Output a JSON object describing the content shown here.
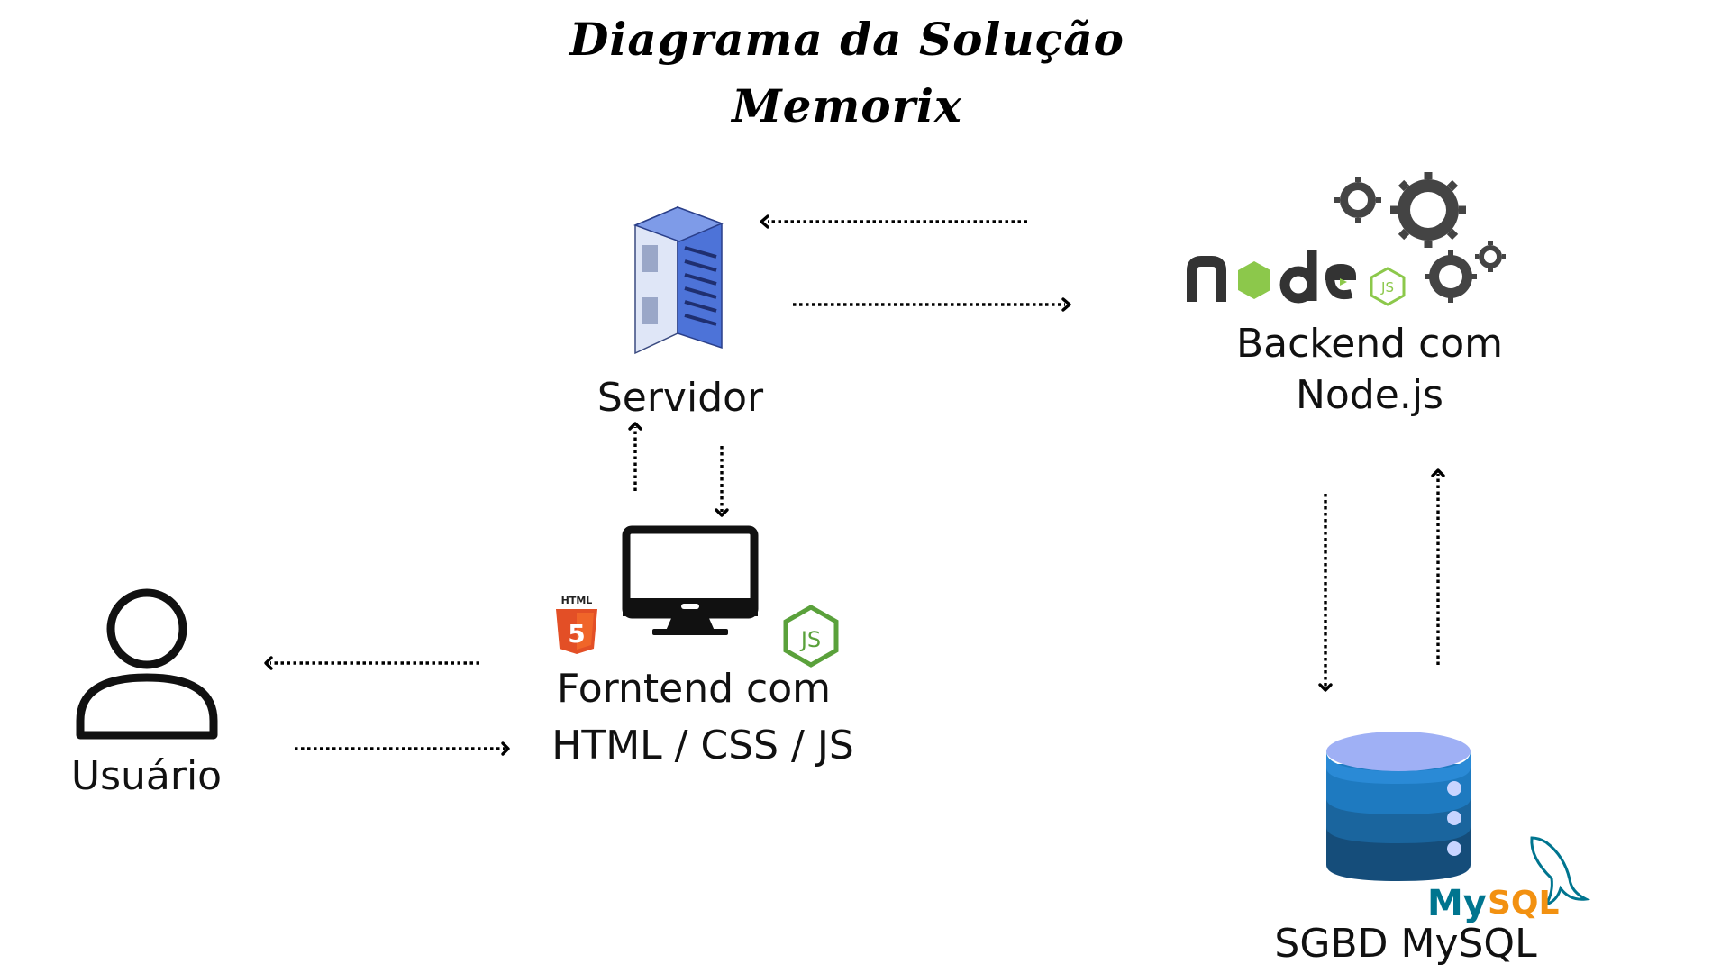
{
  "title": {
    "line1": "Diagrama da Solução",
    "line2": "Memorix"
  },
  "nodes": {
    "servidor": {
      "label": "Servidor"
    },
    "backend": {
      "label_line1": "Backend com",
      "label_line2": "Node.js",
      "logo_text": "node"
    },
    "frontend": {
      "label_line1": "Forntend com",
      "label_line2": "HTML / CSS / JS",
      "html_badge": "HTML",
      "html_number": "5"
    },
    "usuario": {
      "label": "Usuário"
    },
    "sgbd": {
      "label": "SGBD MySQL",
      "logo_text": "MySQL"
    }
  },
  "colors": {
    "server_blue": "#5b7fe0",
    "node_green": "#8cc84b",
    "node_dark": "#333333",
    "html_orange": "#e34f26",
    "db_top": "#9fb0f5",
    "db_mid": "#1e7ac0",
    "db_dark": "#154d7a",
    "mysql_blue": "#00758f",
    "mysql_orange": "#f29111"
  }
}
